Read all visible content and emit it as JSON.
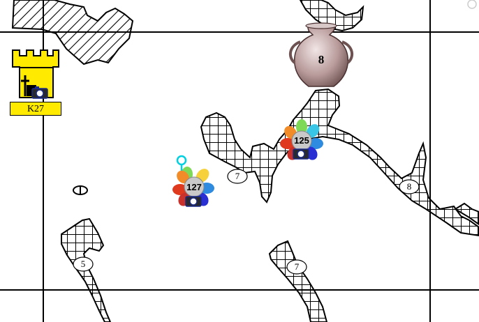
{
  "map": {
    "tower": {
      "label": "K27",
      "icon": "castle-tower-icon",
      "color": "#ffea00"
    },
    "vase": {
      "label": "8",
      "icon": "amphora-vase-icon"
    },
    "clusters": [
      {
        "count": "127",
        "icon": "multicolor-flower-cluster-icon"
      },
      {
        "count": "125",
        "icon": "multicolor-flower-cluster-icon"
      }
    ],
    "depth_labels": [
      "7",
      "8",
      "5",
      "7"
    ],
    "pin": {
      "icon": "location-pin-icon",
      "color": "#00d0e0"
    },
    "camera_icon": "camera-icon",
    "land_pattern": "crosshatch"
  }
}
